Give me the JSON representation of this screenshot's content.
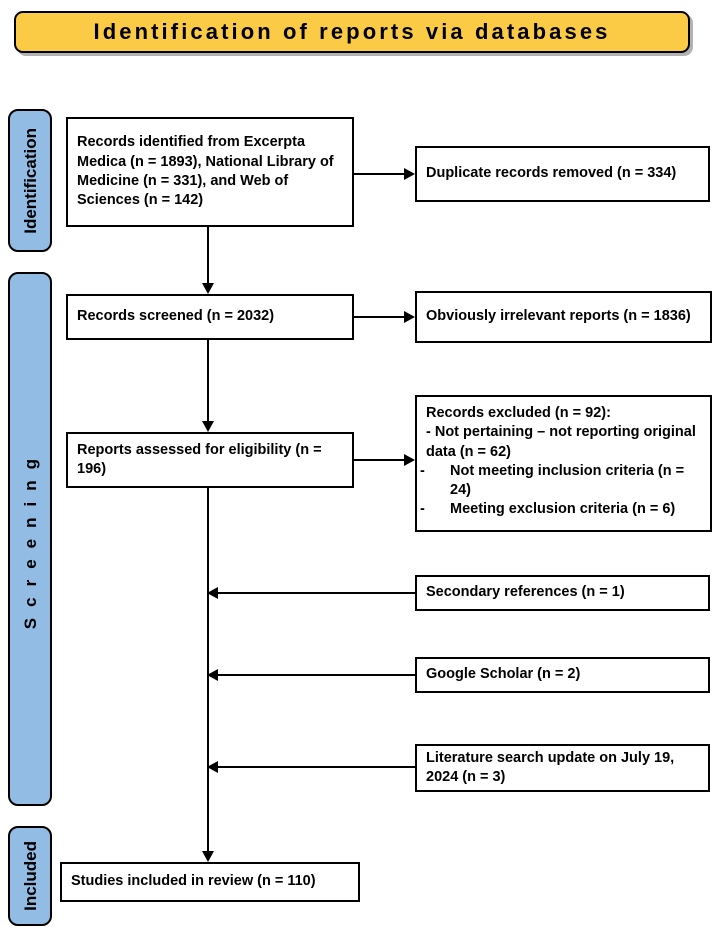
{
  "banner": {
    "title": "Identification of reports via databases",
    "fill_color": "#FBCB46",
    "border_color": "#000000"
  },
  "phases": {
    "fill_color": "#92BCE4",
    "items": [
      {
        "key": "identification",
        "label": "Identification"
      },
      {
        "key": "screening",
        "label": "Screening"
      },
      {
        "key": "included",
        "label": "Included"
      }
    ]
  },
  "flow": {
    "identified": "Records identified from Excerpta Medica (n = 1893), National Library of Medicine (n = 331), and Web of Sciences (n = 142)",
    "duplicates_removed": "Duplicate records removed (n = 334)",
    "screened": "Records screened (n = 2032)",
    "irrelevant": "Obviously irrelevant reports (n = 1836)",
    "eligibility": "Reports assessed for eligibility (n = 196)",
    "excluded": {
      "heading": "Records excluded (n = 92):",
      "first_item": "- Not pertaining – not reporting original data (n = 62)",
      "items": [
        "Not meeting inclusion criteria (n = 24)",
        "Meeting exclusion criteria (n = 6)"
      ],
      "bullet_glyph": "-"
    },
    "secondary_references": "Secondary references (n = 1)",
    "google_scholar": "Google Scholar (n = 2)",
    "literature_update": "Literature search update on July 19, 2024 (n = 3)",
    "included_final": "Studies included in review (n = 110)"
  }
}
